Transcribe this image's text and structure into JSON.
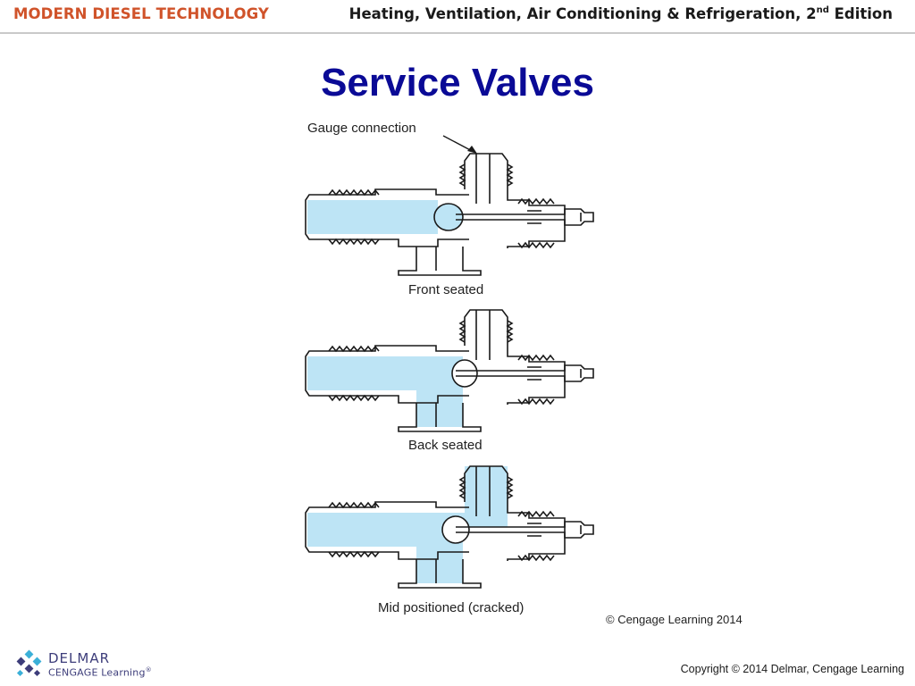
{
  "header": {
    "brand": "MODERN DIESEL TECHNOLOGY",
    "book_title": "Heating, Ventilation, Air Conditioning & Refrigeration, 2",
    "edition_sup": "nd",
    "edition_word": " Edition"
  },
  "slide": {
    "title": "Service Valves"
  },
  "figure": {
    "callout": "Gauge connection",
    "captions": [
      "Front seated",
      "Back seated",
      "Mid positioned (cracked)"
    ],
    "credit": "© Cengage Learning 2014",
    "colors": {
      "refrigerant": "#bde4f5",
      "outline": "#1a1a1a"
    }
  },
  "footer": {
    "logo_name": "DELMAR",
    "logo_sub": "CENGAGE Learning",
    "logo_sub_mark": "®",
    "copyright": "Copyright © 2014 Delmar, Cengage Learning"
  },
  "colors": {
    "brand": "#d0532a",
    "title": "#0a0a96",
    "logo": "#3d3d7a",
    "logo_accent": "#3bb0d8"
  }
}
